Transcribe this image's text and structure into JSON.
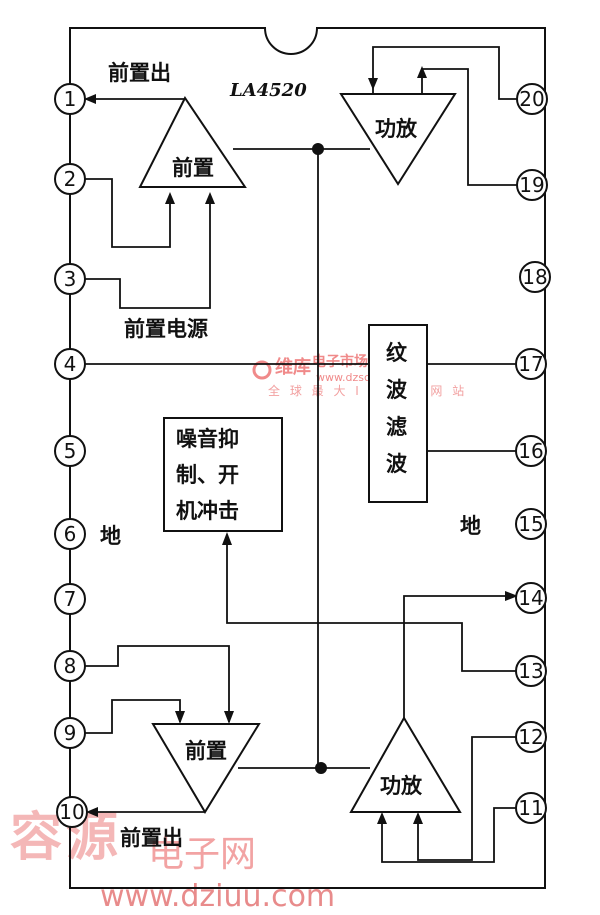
{
  "chip": {
    "name": "LA4520"
  },
  "labels": {
    "pre_out_top": "前置出",
    "pre_power": "前置电源",
    "pre_out_bottom": "前置出",
    "ground_left": "地",
    "ground_right": "地",
    "preamp_top": "前置",
    "preamp_bottom": "前置",
    "power_amp_top": "功放",
    "power_amp_bottom": "功放",
    "noise_box": [
      "噪音抑",
      "制、开",
      "机冲击"
    ],
    "ripple_box": [
      "纹",
      "波",
      "滤",
      "波"
    ]
  },
  "pins": {
    "left": [
      "1",
      "2",
      "3",
      "4",
      "5",
      "6",
      "7",
      "8",
      "9",
      "10"
    ],
    "right": [
      "20",
      "19",
      "18",
      "17",
      "16",
      "15",
      "14",
      "13",
      "12",
      "11"
    ]
  },
  "watermark": {
    "brand": "维库",
    "site": "电子市场网",
    "url": "www.dzsc.com",
    "slogan": "全 球 最 大 I C 采 购 网 站",
    "brand2": "容源",
    "site2": "电子网",
    "url2": "www.dziuu.com"
  },
  "colors": {
    "line": "#111111",
    "watermark": "#f08a8a"
  }
}
